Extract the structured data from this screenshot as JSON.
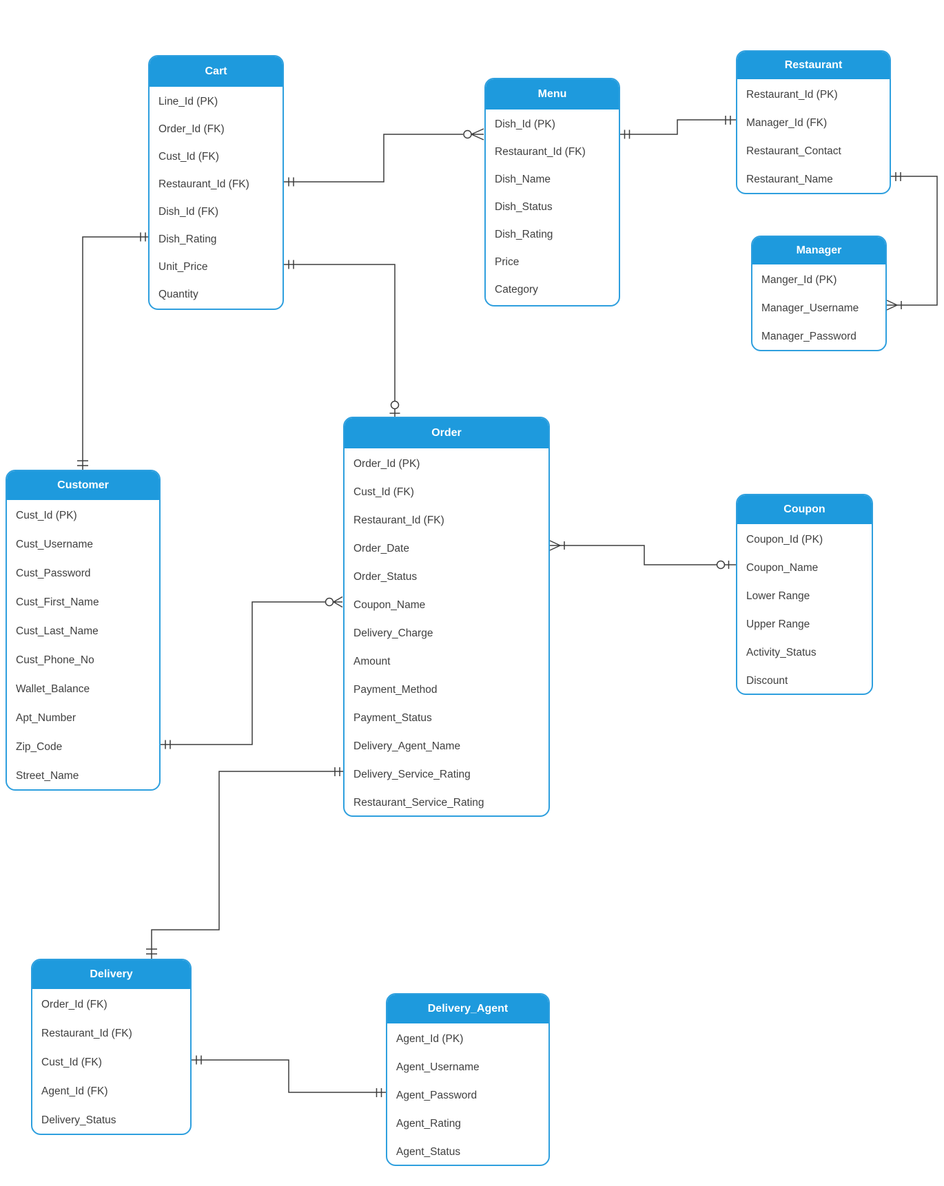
{
  "entities": {
    "cart": {
      "title": "Cart",
      "fields": [
        "Line_Id (PK)",
        "Order_Id (FK)",
        "Cust_Id (FK)",
        "Restaurant_Id (FK)",
        "Dish_Id (FK)",
        "Dish_Rating",
        "Unit_Price",
        "Quantity"
      ]
    },
    "menu": {
      "title": "Menu",
      "fields": [
        "Dish_Id (PK)",
        "Restaurant_Id (FK)",
        "Dish_Name",
        "Dish_Status",
        "Dish_Rating",
        "Price",
        "Category"
      ]
    },
    "restaurant": {
      "title": "Restaurant",
      "fields": [
        "Restaurant_Id (PK)",
        "Manager_Id (FK)",
        "Restaurant_Contact",
        "Restaurant_Name"
      ]
    },
    "manager": {
      "title": "Manager",
      "fields": [
        "Manger_Id (PK)",
        "Manager_Username",
        "Manager_Password"
      ]
    },
    "customer": {
      "title": "Customer",
      "fields": [
        "Cust_Id (PK)",
        "Cust_Username",
        "Cust_Password",
        "Cust_First_Name",
        "Cust_Last_Name",
        "Cust_Phone_No",
        "Wallet_Balance",
        "Apt_Number",
        "Zip_Code",
        "Street_Name"
      ]
    },
    "order": {
      "title": "Order",
      "fields": [
        "Order_Id (PK)",
        "Cust_Id (FK)",
        "Restaurant_Id (FK)",
        "Order_Date",
        "Order_Status",
        "Coupon_Name",
        "Delivery_Charge",
        "Amount",
        "Payment_Method",
        "Payment_Status",
        "Delivery_Agent_Name",
        "Delivery_Service_Rating",
        "Restaurant_Service_Rating"
      ]
    },
    "coupon": {
      "title": "Coupon",
      "fields": [
        "Coupon_Id (PK)",
        "Coupon_Name",
        "Lower Range",
        "Upper Range",
        "Activity_Status",
        "Discount"
      ]
    },
    "delivery": {
      "title": "Delivery",
      "fields": [
        "Order_Id (FK)",
        "Restaurant_Id (FK)",
        "Cust_Id (FK)",
        "Agent_Id (FK)",
        "Delivery_Status"
      ]
    },
    "delivery_agent": {
      "title": "Delivery_Agent",
      "fields": [
        "Agent_Id (PK)",
        "Agent_Username",
        "Agent_Password",
        "Agent_Rating",
        "Agent_Status"
      ]
    }
  },
  "relationships": [
    {
      "from": "Cart.Restaurant_Id",
      "to": "Menu",
      "from_marker": "one-and-only-one",
      "to_marker": "zero-or-many"
    },
    {
      "from": "Cart.Unit_Price",
      "to": "Order",
      "from_marker": "one-and-only-one",
      "to_marker": "zero-or-one"
    },
    {
      "from": "Cart.Dish_Rating",
      "to": "Customer",
      "from_marker": "one-and-only-one",
      "to_marker": "one-and-only-one"
    },
    {
      "from": "Menu",
      "to": "Restaurant.Manager_Id",
      "from_marker": "one-and-only-one",
      "to_marker": "one-and-only-one"
    },
    {
      "from": "Restaurant.Restaurant_Name",
      "to": "Manager.Manager_Username",
      "from_marker": "one-and-only-one",
      "to_marker": "one-or-many"
    },
    {
      "from": "Order.Order_Date",
      "to": "Coupon.Coupon_Name",
      "from_marker": "one-or-many",
      "to_marker": "zero-or-one"
    },
    {
      "from": "Customer.Zip_Code",
      "to": "Order.Coupon_Name",
      "from_marker": "one-and-only-one",
      "to_marker": "zero-or-many"
    },
    {
      "from": "Order.Delivery_Service_Rating",
      "to": "Delivery",
      "from_marker": "one-and-only-one",
      "to_marker": "one-and-only-one"
    },
    {
      "from": "Delivery.Cust_Id",
      "to": "Delivery_Agent.Agent_Password",
      "from_marker": "one-and-only-one",
      "to_marker": "one-and-only-one"
    }
  ],
  "colors": {
    "header_fill": "#1E9ADD",
    "box_border": "#2E9FDE",
    "field_text": "#404040",
    "title_text": "#FFFFFF",
    "connector": "#3D3D3D",
    "background": "#FFFFFF"
  }
}
